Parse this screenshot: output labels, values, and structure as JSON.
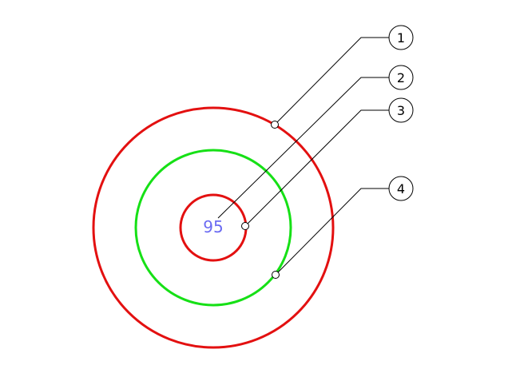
{
  "diagram": {
    "center_value": "95",
    "colors": {
      "outer_circle": "#e31010",
      "middle_circle": "#16e016",
      "inner_circle": "#e31010",
      "center_text": "#6b6bf2",
      "leader": "#000000"
    },
    "callouts": [
      {
        "label": "1",
        "points_to": "outer-circle"
      },
      {
        "label": "2",
        "points_to": "center-value"
      },
      {
        "label": "3",
        "points_to": "inner-circle"
      },
      {
        "label": "4",
        "points_to": "middle-circle"
      }
    ]
  }
}
